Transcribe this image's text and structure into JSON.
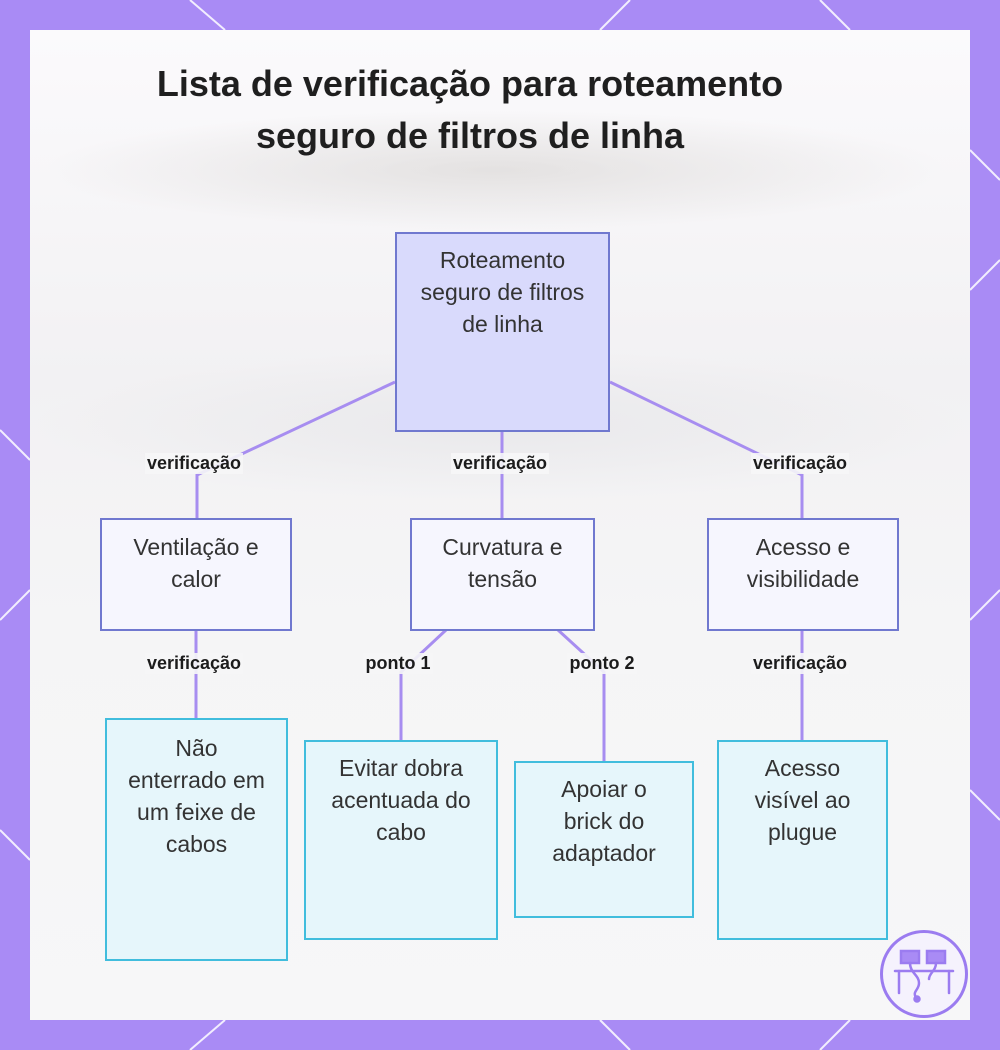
{
  "title_line1": "Lista de verificação para roteamento",
  "title_line2": "seguro de filtros de linha",
  "colors": {
    "background": "#a98bf5",
    "root_fill": "#d9dafc",
    "node_border": "#7078cf",
    "leaf_border": "#41bddd",
    "edge": "#a78df0"
  },
  "nodes": {
    "root": "Roteamento seguro de filtros de linha",
    "ventilacao": "Ventilação e calor",
    "curvatura": "Curvatura e tensão",
    "acesso": "Acesso e visibilidade",
    "nao_enterrado": "Não enterrado em um feixe de cabos",
    "evitar_dobra": "Evitar dobra acentuada do cabo",
    "apoiar_brick": "Apoiar o brick do adaptador",
    "acesso_visivel": "Acesso visível ao plugue"
  },
  "edge_labels": {
    "root_ventilacao": "verificação",
    "root_curvatura": "verificação",
    "root_acesso": "verificação",
    "ventilacao_leaf": "verificação",
    "curvatura_leaf1": "ponto 1",
    "curvatura_leaf2": "ponto 2",
    "acesso_leaf": "verificação"
  },
  "logo_icon": "desk-network-icon"
}
